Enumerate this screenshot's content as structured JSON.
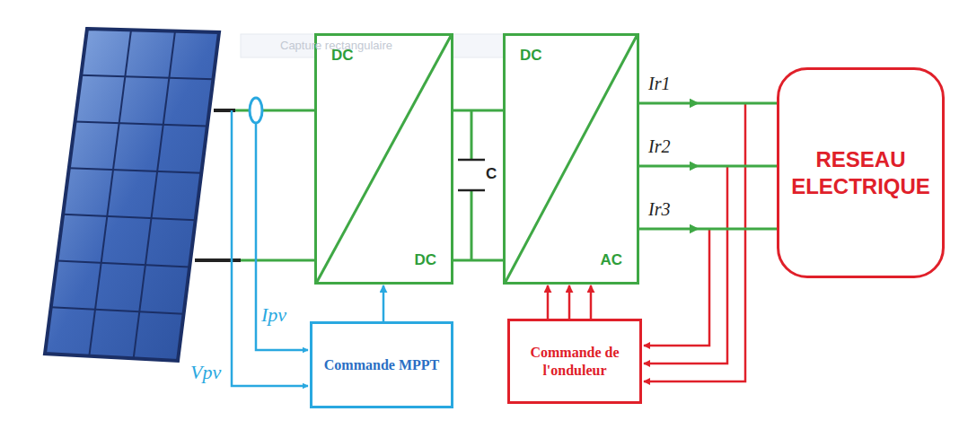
{
  "diagram": {
    "nodes": [
      {
        "text": [
          "DC",
          "DC"
        ]
      },
      {
        "text": [
          "DC",
          "AC"
        ]
      },
      {
        "text": [
          "RESEAU ELECTRIQUE"
        ]
      },
      {
        "text": [
          "Commande MPPT"
        ]
      },
      {
        "text": [
          "Commande de l'onduleur"
        ]
      }
    ],
    "edges": [
      {
        "from": 0,
        "to": 1,
        "arrow": "none"
      },
      {
        "from": 1,
        "to": 2,
        "arrow": "to"
      },
      {
        "from": 1,
        "to": 2,
        "arrow": "to"
      },
      {
        "from": 1,
        "to": 2,
        "arrow": "to"
      },
      {
        "from": 3,
        "to": 0,
        "arrow": "to"
      },
      {
        "from": 4,
        "to": 1,
        "arrow": "to"
      },
      {
        "from": 4,
        "to": 1,
        "arrow": "to"
      },
      {
        "from": 4,
        "to": 1,
        "arrow": "to"
      }
    ],
    "labels": [
      "Capture rectangulaire",
      "C",
      "Ir1",
      "Ir2",
      "Ir3",
      "Ipv",
      "Vpv"
    ]
  }
}
